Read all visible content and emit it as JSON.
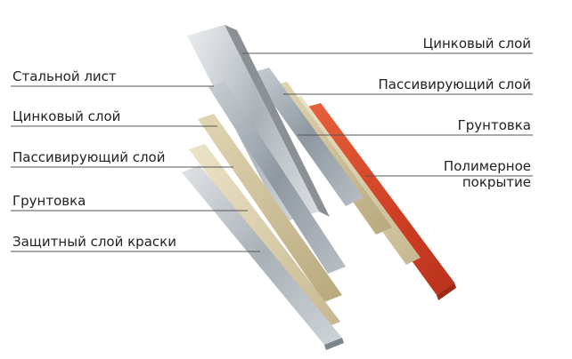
{
  "labels_left": [
    {
      "text": "Стальной лист"
    },
    {
      "text": "Цинковый слой"
    },
    {
      "text": "Пассивирующий слой"
    },
    {
      "text": "Грунтовка"
    },
    {
      "text": "Защитный слой краски"
    }
  ],
  "labels_right": [
    {
      "text": "Цинковый слой"
    },
    {
      "text": "Пассивирующий слой"
    },
    {
      "text": "Грунтовка"
    },
    {
      "text": "Полимерное покрытие",
      "line1": "Полимерное",
      "line2": "покрытие"
    }
  ],
  "colors": {
    "steel": "#b7bcc0",
    "zinc": "#9aa3ab",
    "passivation": "#c4b58c",
    "primer": "#d6c9a3",
    "polymer": "#d2452a",
    "leader_line": "#555555",
    "text": "#222222"
  }
}
